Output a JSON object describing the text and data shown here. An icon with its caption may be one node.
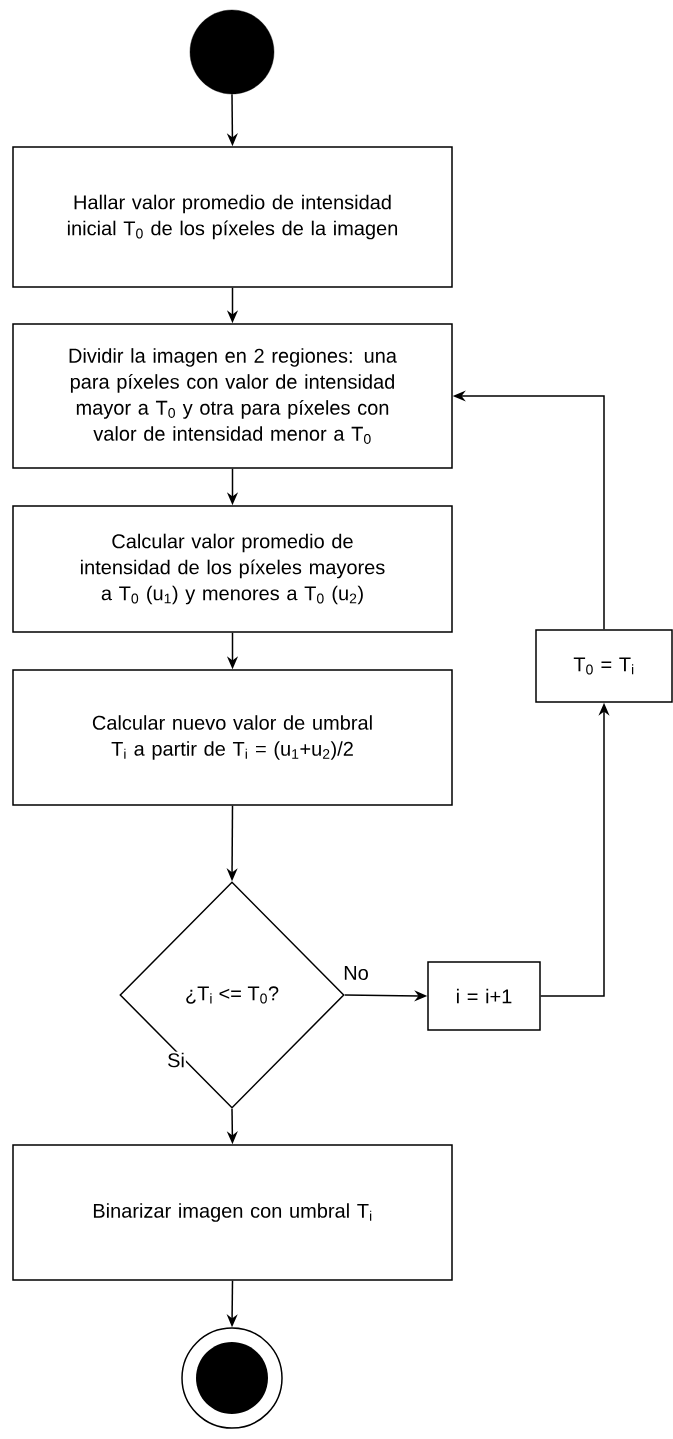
{
  "diagram": {
    "nodes": [
      {
        "text": [],
        "shape": "circle"
      },
      {
        "text": [
          "Hallar valor promedio de intensidad inicial T$_{0}$ de los píxeles de la imagen"
        ]
      },
      {
        "text": [
          "Dividir la imagen en 2 regiones: una para píxeles con valor de intensidad mayor a T$_{0}$ y otra para píxeles con valor de intensidad menor a T$_{0}$"
        ]
      },
      {
        "text": [
          "Calcular valor promedio de intensidad de los píxeles mayores a T$_{0}$ (u$_{1}$) y menores a T$_{0}$ (u$_{2}$)"
        ]
      },
      {
        "text": [
          "Calcular nuevo valor de umbral T$_{i}$ a partir de T$_{i}$ = (u$_{1}$+u$_{2}$)/2"
        ]
      },
      {
        "text": [
          "¿T$_{i}$ <= T$_{0}$?"
        ]
      },
      {
        "text": [
          "i = i+1"
        ]
      },
      {
        "text": [
          "T$_{0}$ = T$_{i}$"
        ]
      },
      {
        "text": [
          "Binarizar imagen con umbral T$_{i}$"
        ]
      },
      {
        "text": [],
        "shape": "circle"
      }
    ],
    "edges": [
      {
        "from": 0,
        "to": 1,
        "arrow": "to"
      },
      {
        "from": 1,
        "to": 2,
        "arrow": "to"
      },
      {
        "from": 2,
        "to": 3,
        "arrow": "to"
      },
      {
        "from": 3,
        "to": 4,
        "arrow": "to"
      },
      {
        "from": 4,
        "to": 5,
        "arrow": "to"
      },
      {
        "from": 5,
        "to": 6,
        "arrow": "to",
        "label": "No"
      },
      {
        "from": 6,
        "to": 7,
        "arrow": "to"
      },
      {
        "from": 7,
        "to": 2,
        "arrow": "to"
      },
      {
        "from": 5,
        "to": 8,
        "arrow": "to",
        "label": "Si"
      },
      {
        "from": 8,
        "to": 9,
        "arrow": "to"
      }
    ]
  }
}
